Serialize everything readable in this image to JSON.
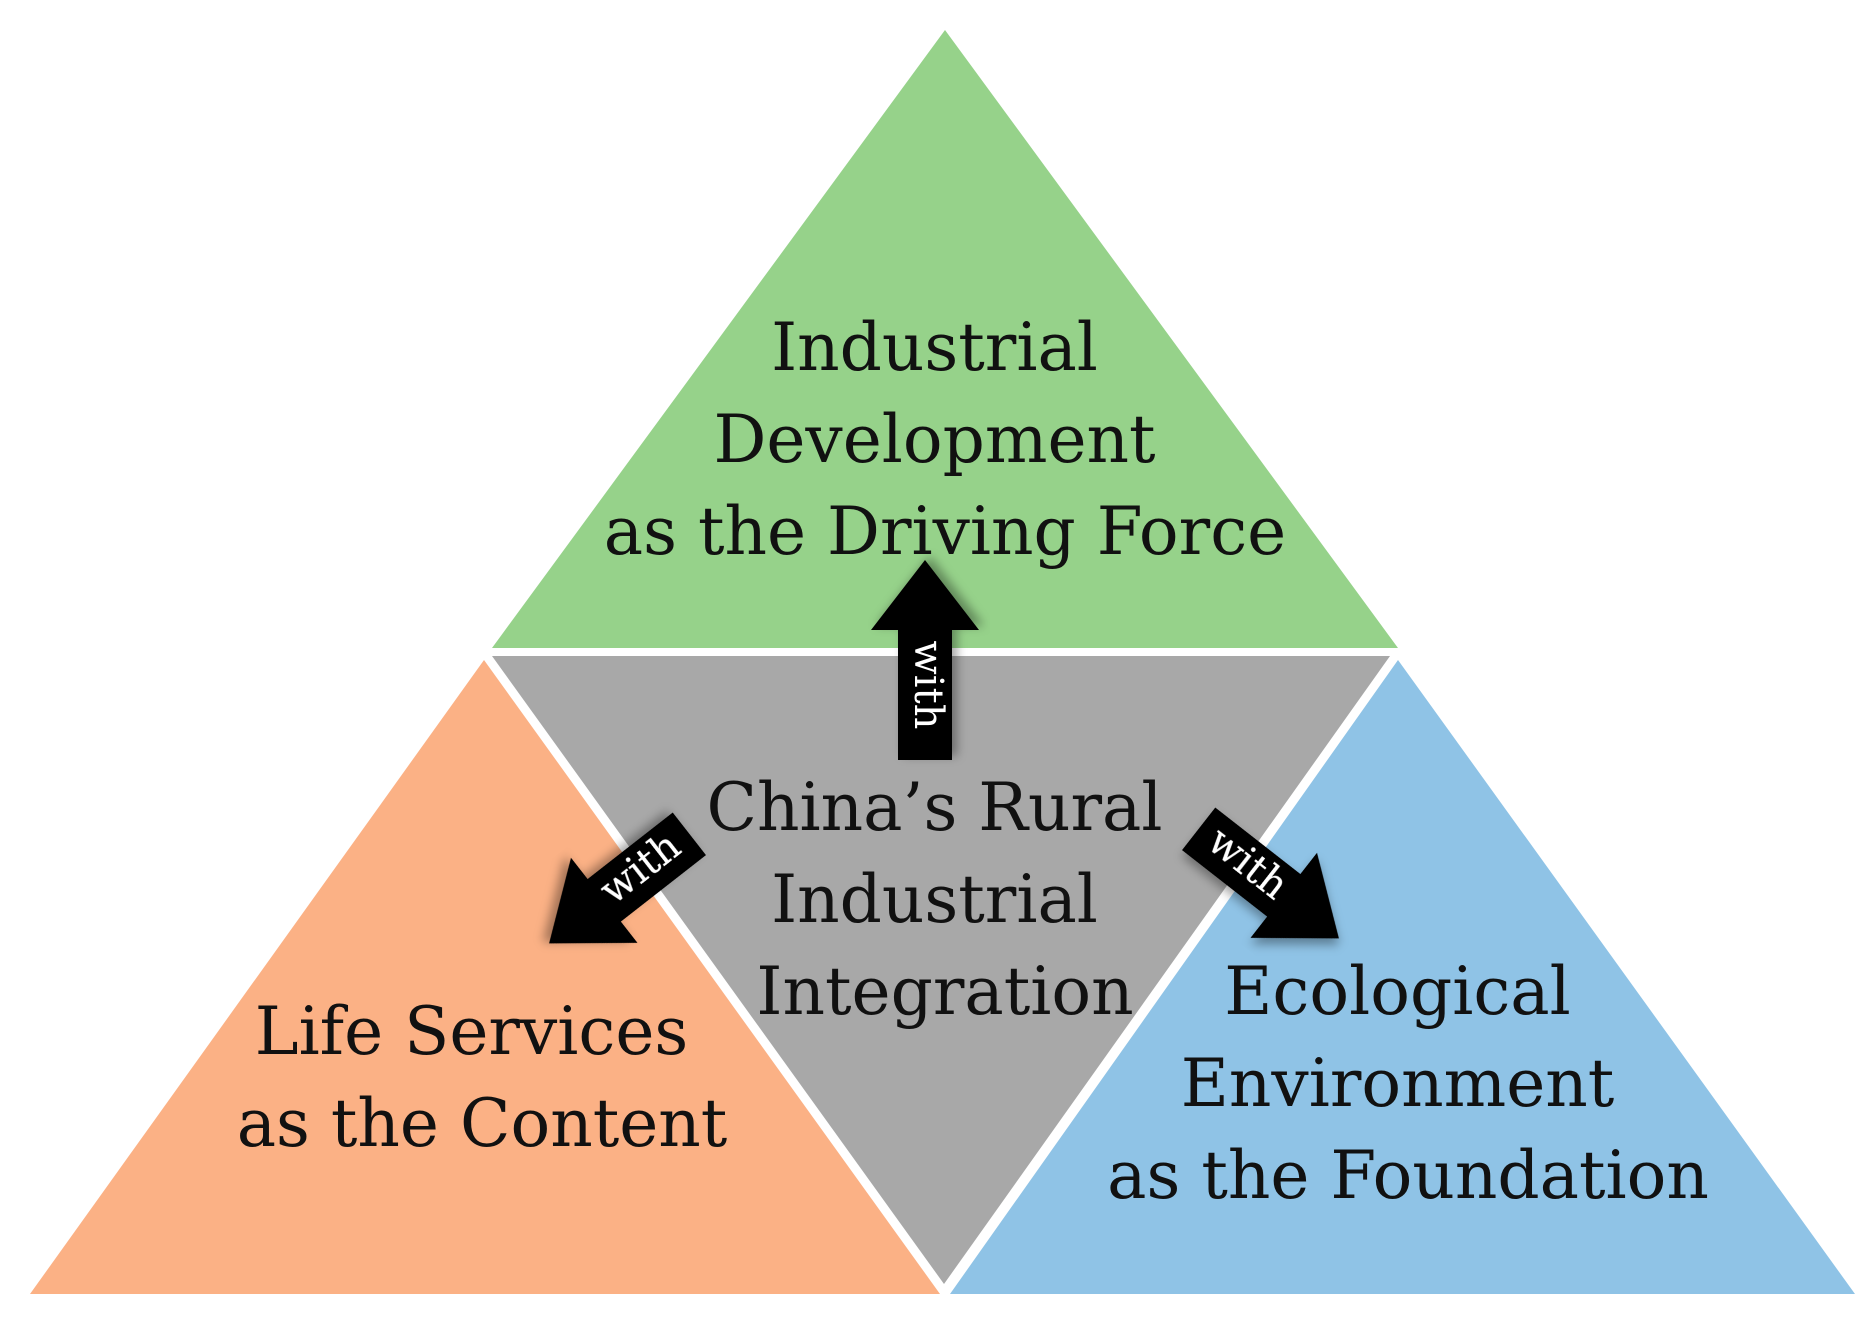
{
  "triangles": {
    "top": {
      "lines": [
        "Industrial",
        "Development",
        "as the Driving Force"
      ],
      "color": "#96d28a"
    },
    "left": {
      "lines": [
        "Life Services",
        "as the Content"
      ],
      "color": "#fbb185"
    },
    "right": {
      "lines": [
        "Ecological",
        "Environment",
        "as the Foundation"
      ],
      "color": "#8fc3e6"
    },
    "center": {
      "lines": [
        "China’s Rural",
        "Industrial",
        "Integration"
      ],
      "color": "#a8a8a8"
    }
  },
  "arrows": {
    "up": {
      "label": "with"
    },
    "left": {
      "label": "with"
    },
    "right": {
      "label": "with"
    }
  }
}
